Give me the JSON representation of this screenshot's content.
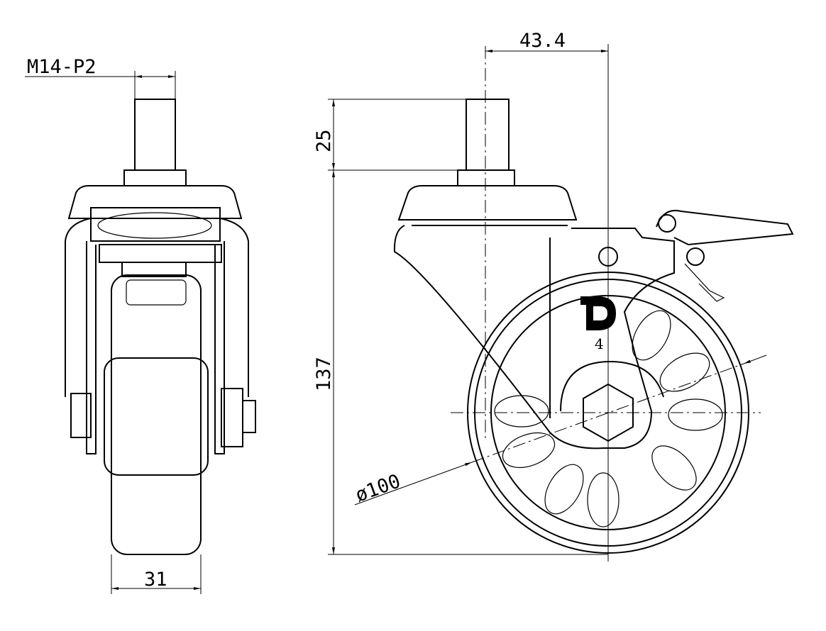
{
  "title": "Caster wheel technical drawing",
  "dimensions": {
    "thread": "M14-P2",
    "wheel_width": "31",
    "stem_offset": "43.4",
    "stem_length": "25",
    "total_height": "137",
    "wheel_diameter": "ø100"
  },
  "logo": {
    "letter": "D",
    "mark": "4"
  },
  "colors": {
    "line": "#000000",
    "background": "#ffffff"
  }
}
